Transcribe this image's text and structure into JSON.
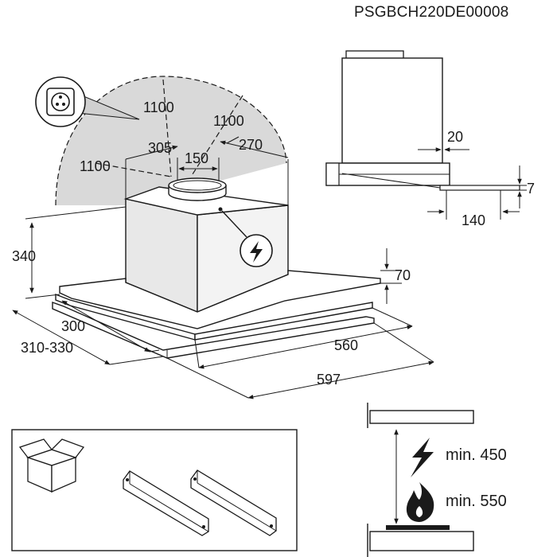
{
  "product_code": "PSGBCH220DE00008",
  "dimensions": {
    "reach_arc": "1100",
    "reach_right": "1100",
    "reach_left": "1100",
    "outlet_left_offset": "305",
    "outlet_diameter": "150",
    "outlet_right_offset": "270",
    "chimney_height": "340",
    "canopy_thickness": "70",
    "depth_inner": "300",
    "depth_range": "310-330",
    "width_inner": "560",
    "width_total": "597",
    "side_offset": "20",
    "front_lip": "7",
    "drawer_extension": "140"
  },
  "clearances": {
    "electric_label": "min. 450",
    "gas_label": "min. 550"
  },
  "icons": [
    "socket-icon",
    "electric-warning-icon",
    "box-icon",
    "mounting-bracket-icon",
    "lightning-icon",
    "flame-icon"
  ],
  "colors": {
    "reach_zone": "#d9d9d9",
    "hood_side": "#e6e6e6",
    "line": "#1a1a1a"
  }
}
